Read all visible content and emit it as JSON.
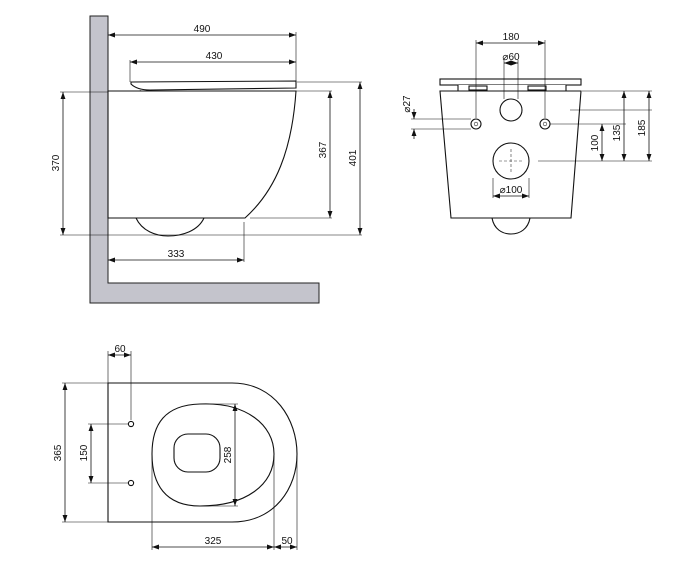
{
  "side_view": {
    "dim_total_length": "490",
    "dim_seat_length": "430",
    "dim_height_370": "370",
    "dim_height_367": "367",
    "dim_height_401": "401",
    "dim_outlet_333": "333"
  },
  "rear_view": {
    "dim_fixing_spacing": "180",
    "dim_inlet_diameter": "⌀60",
    "dim_fixing_hole_diameter": "⌀27",
    "dim_outlet_height_100": "100",
    "dim_fixing_height_135": "135",
    "dim_inlet_height_185": "185",
    "dim_outlet_diameter": "⌀100"
  },
  "top_view": {
    "dim_back_offset": "60",
    "dim_width_365": "365",
    "dim_fixing_spacing_150": "150",
    "dim_bowl_258": "258",
    "dim_length_325": "325",
    "dim_rim_50": "50"
  }
}
